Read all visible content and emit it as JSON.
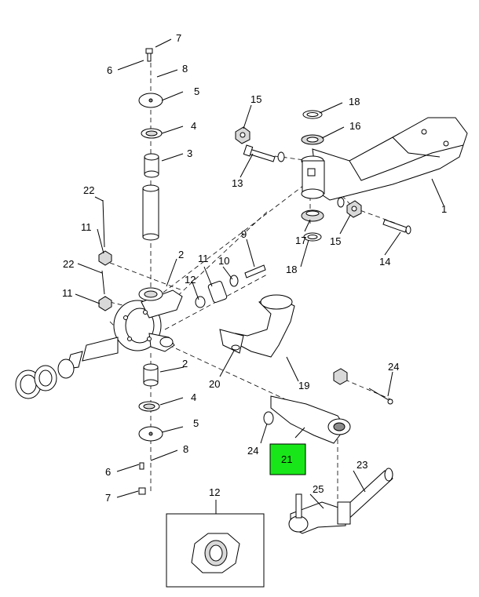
{
  "callouts": {
    "c7a": "7",
    "c6a": "6",
    "c8a": "8",
    "c5a": "5",
    "c4a": "4",
    "c3": "3",
    "c22a": "22",
    "c11a": "11",
    "c22b": "22",
    "c11b": "11",
    "c2a": "2",
    "c11c": "11",
    "c10": "10",
    "c9": "9",
    "c12a": "12",
    "c15a": "15",
    "c18a": "18",
    "c16": "16",
    "c13": "13",
    "c17": "17",
    "c18b": "18",
    "c15b": "15",
    "c14": "14",
    "c1": "1",
    "c2b": "2",
    "c4b": "4",
    "c5b": "5",
    "c8b": "8",
    "c6b": "6",
    "c7b": "7",
    "c20": "20",
    "c19": "19",
    "c24a": "24",
    "c24b": "24",
    "c21": "21",
    "c23": "23",
    "c25": "25",
    "c12b": "12"
  },
  "colors": {
    "highlight": "#19e619",
    "line": "#000000",
    "background": "#ffffff"
  }
}
